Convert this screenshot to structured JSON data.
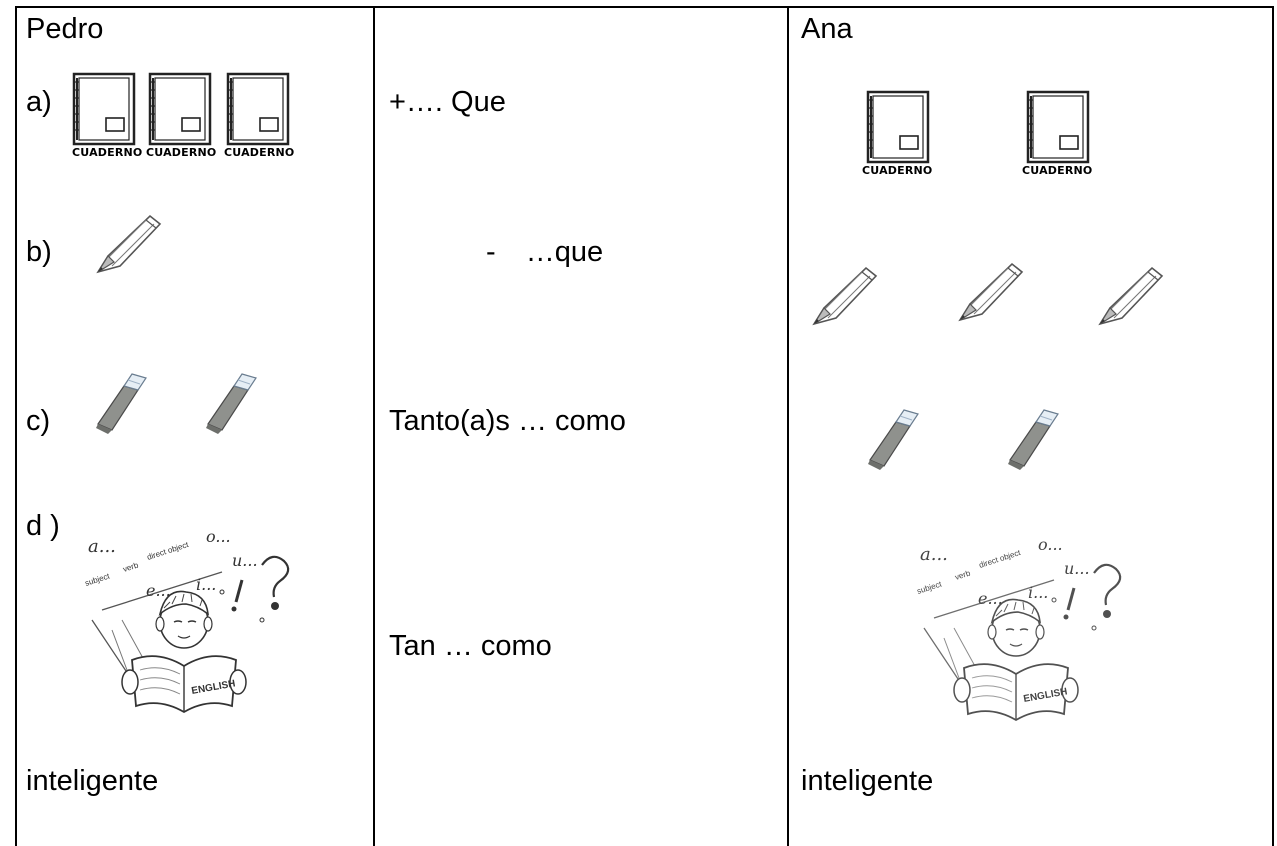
{
  "columns": {
    "left_name": "Pedro",
    "right_name": "Ana"
  },
  "rows": {
    "a": {
      "label": "a)",
      "comparator": "+…. Que"
    },
    "b": {
      "label": "b)",
      "comparator": "- …que"
    },
    "c": {
      "label": "c)",
      "comparator": "Tanto(a)s … como"
    },
    "d": {
      "label": "d )",
      "comparator": "Tan … como"
    }
  },
  "adjective": {
    "left": "inteligente",
    "right": "inteligente"
  },
  "items": {
    "pedro_notebooks": 3,
    "ana_notebooks": 2,
    "pedro_pencils": 1,
    "ana_pencils": 3,
    "pedro_erasers": 2,
    "ana_erasers": 2
  },
  "notebook_caption": "CUADERNO",
  "book_caption": "ENGLISH",
  "doodle_words": {
    "w1": "a...",
    "w2": "subject",
    "w3": "verb",
    "w4": "direct object",
    "w5": "o...",
    "w6": "e...",
    "w7": "i...",
    "w8": "u..."
  }
}
